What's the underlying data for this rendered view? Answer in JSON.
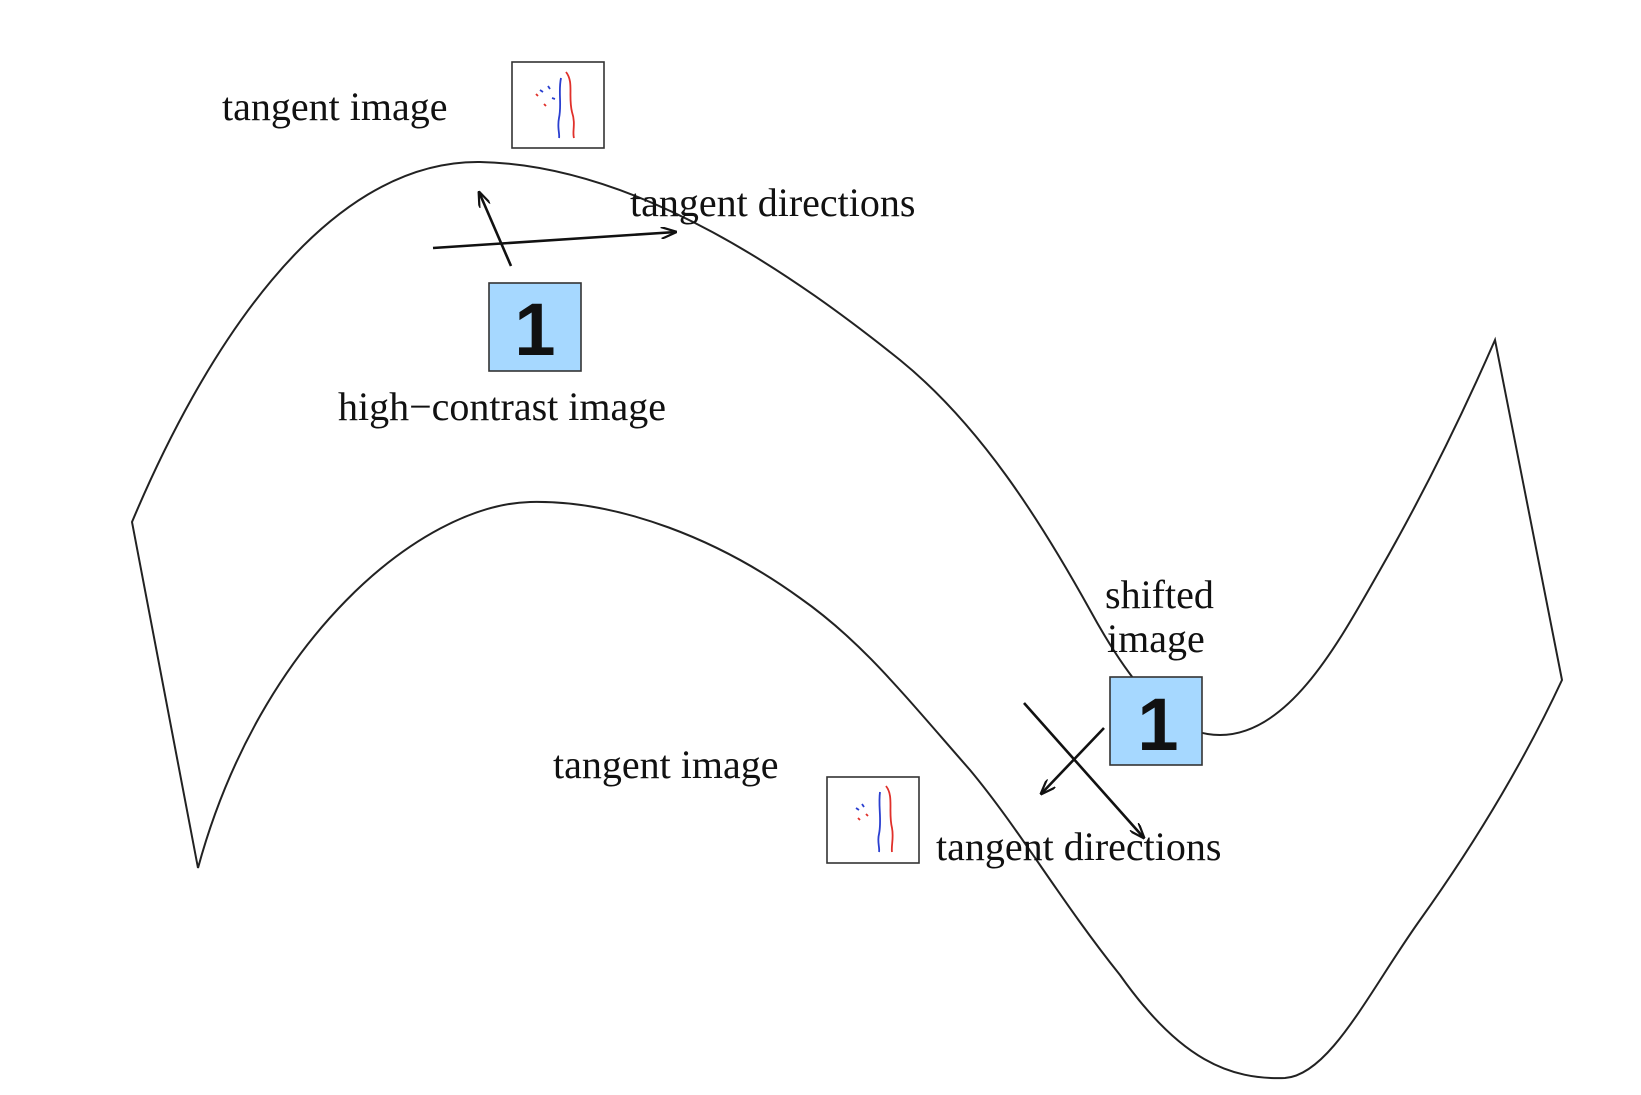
{
  "labels": {
    "tangent_image_top": "tangent image",
    "tangent_directions_top": "tangent directions",
    "high_contrast_image": "high−contrast image",
    "shifted_line1": "shifted",
    "shifted_line2": "image",
    "tangent_image_bottom": "tangent image",
    "tangent_directions_bottom": "tangent directions"
  },
  "digit_glyph": "1",
  "colors": {
    "manifold_stroke": "#222222",
    "arrow": "#111111",
    "image_fill": "#a6d8ff",
    "tangent_box_fill": "#ffffff",
    "tangent_red": "#e0302a",
    "tangent_blue": "#2a3fd0"
  },
  "icons": {
    "high_contrast_image": "digit-one-image",
    "shifted_image": "digit-one-image",
    "tangent_image": "tangent-vector-image"
  }
}
